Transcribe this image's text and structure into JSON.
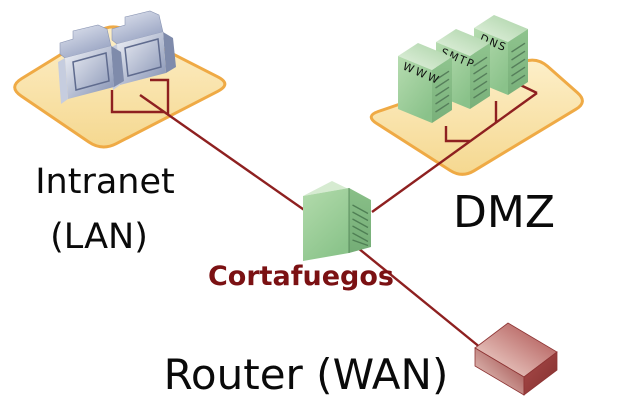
{
  "diagram": {
    "lan_zone": {
      "label_line1": "Intranet",
      "label_line2": "(LAN)"
    },
    "dmz_zone": {
      "label": "DMZ",
      "servers": [
        {
          "name": "WWW"
        },
        {
          "name": "SMTP"
        },
        {
          "name": "DNS"
        }
      ]
    },
    "firewall": {
      "label": "Cortafuegos"
    },
    "wan": {
      "label": "Router (WAN)"
    }
  },
  "colors": {
    "connection_line": "#8e2020",
    "platform_fill": "#f8e3a6",
    "platform_border": "#efaa45",
    "server_green": "#96c893",
    "workstation_blue": "#aab4cd",
    "router_red": "#b04c4a",
    "firewall_label_color": "#7b1113",
    "zone_label_color": "#0a0a0a"
  }
}
